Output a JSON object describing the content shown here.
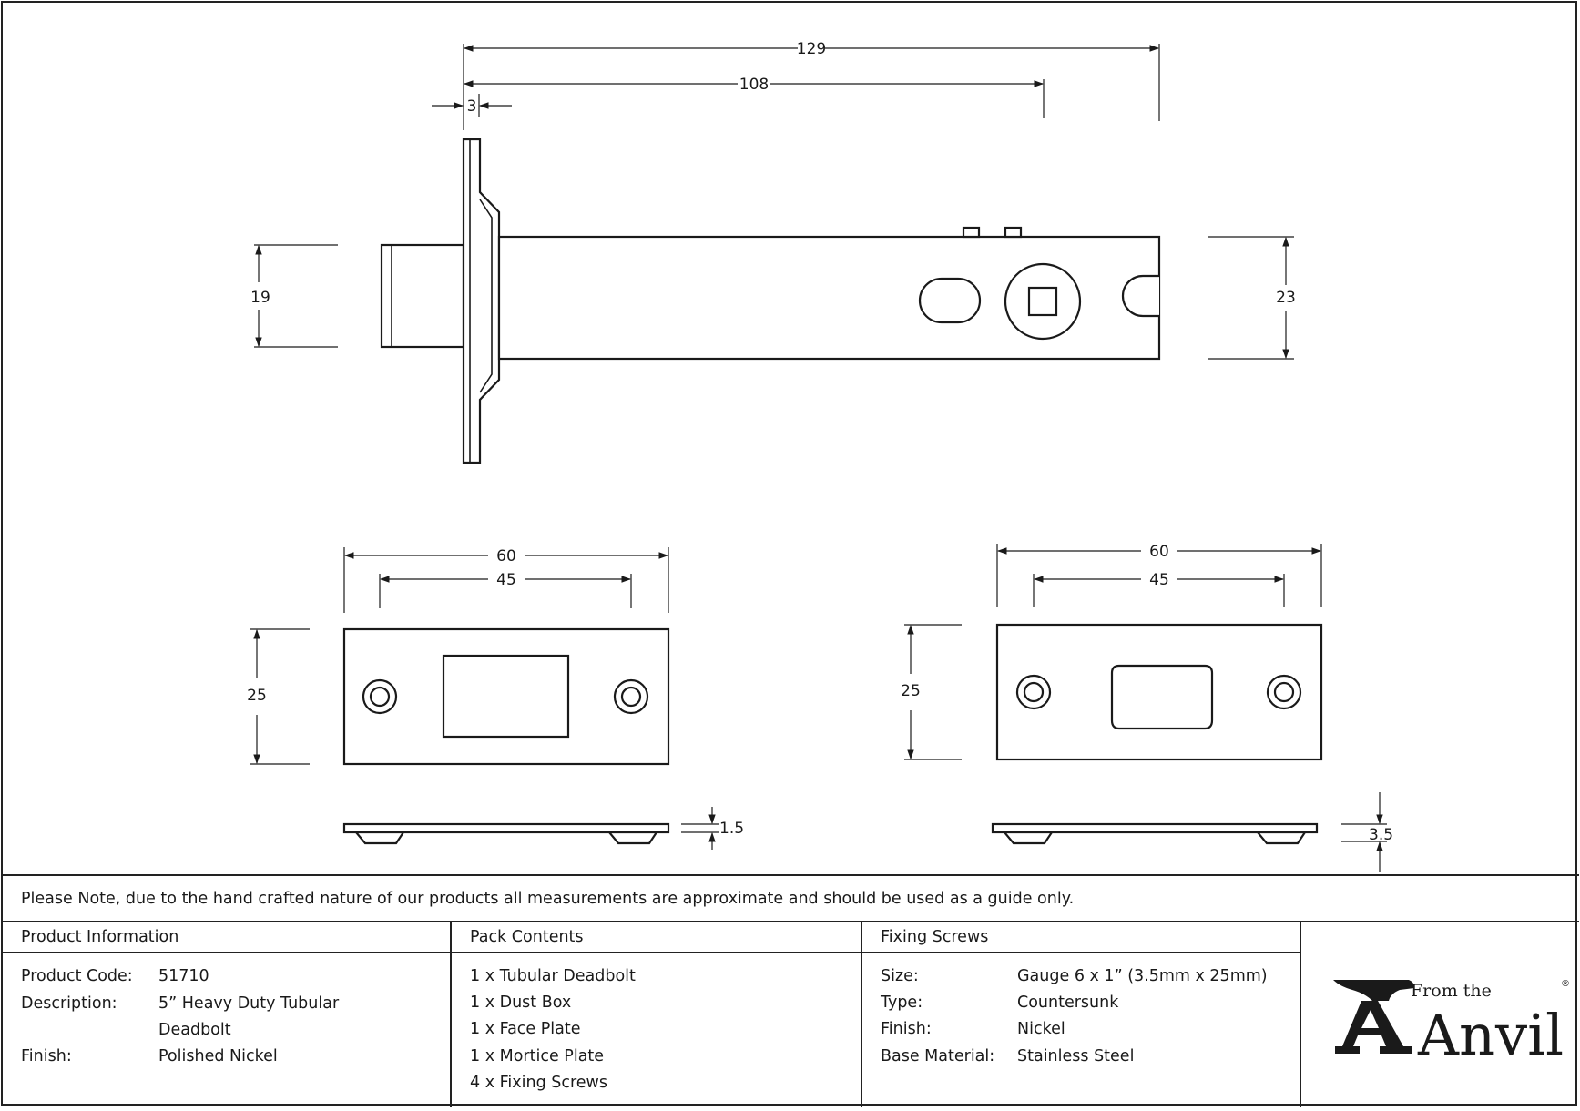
{
  "dimensions": {
    "overall_length": "129",
    "backset_length": "108",
    "faceplate_thickness": "3",
    "bolt_height": "19",
    "case_height": "23",
    "face_plate_width": "60",
    "face_plate_hole_spacing": "45",
    "face_plate_height": "25",
    "face_plate_depth": "1.5",
    "mortice_plate_width": "60",
    "mortice_plate_hole_spacing": "45",
    "mortice_plate_height": "25",
    "mortice_plate_depth": "3.5"
  },
  "note": "Please Note, due to the hand crafted nature of our products all measurements are approximate and should be used as a guide only.",
  "product_info": {
    "heading": "Product Information",
    "code_label": "Product Code:",
    "code": "51710",
    "description_label": "Description:",
    "description_line1": "5” Heavy Duty Tubular",
    "description_line2": "Deadbolt",
    "finish_label": "Finish:",
    "finish": "Polished Nickel"
  },
  "pack_contents": {
    "heading": "Pack Contents",
    "items": [
      "1 x Tubular Deadbolt",
      "1 x Dust Box",
      "1 x Face Plate",
      "1 x Mortice Plate",
      "4 x Fixing Screws"
    ]
  },
  "fixing_screws": {
    "heading": "Fixing Screws",
    "size_label": "Size:",
    "size": "Gauge 6 x 1” (3.5mm x 25mm)",
    "type_label": "Type:",
    "type": "Countersunk",
    "finish_label": "Finish:",
    "finish": "Nickel",
    "material_label": "Base Material:",
    "material": "Stainless Steel"
  },
  "logo": {
    "from_the": "From the",
    "brand": "Anvil",
    "registered": "®"
  }
}
